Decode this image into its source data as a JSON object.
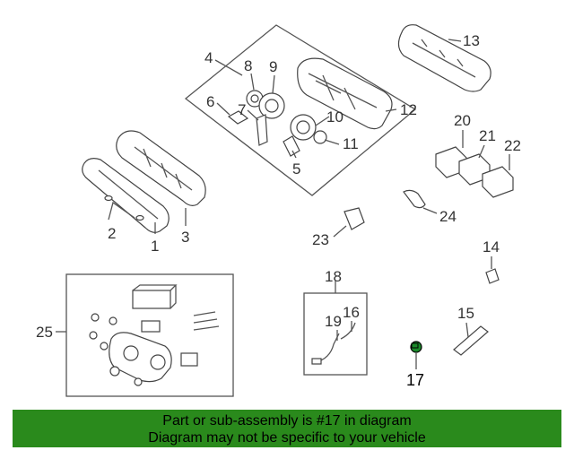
{
  "diagram": {
    "labels": {
      "c1": "1",
      "c2": "2",
      "c3": "3",
      "c4": "4",
      "c5": "5",
      "c6": "6",
      "c7": "7",
      "c8": "8",
      "c9": "9",
      "c10": "10",
      "c11": "11",
      "c12": "12",
      "c13": "13",
      "c14": "14",
      "c15": "15",
      "c16": "16",
      "c17": "17",
      "c18": "18",
      "c19": "19",
      "c20": "20",
      "c21": "21",
      "c22": "22",
      "c23": "23",
      "c24": "24",
      "c25": "25"
    },
    "highlight_part": "17",
    "highlight_color": "#1a8a2a"
  },
  "banner": {
    "line1": "Part or sub-assembly is #17 in diagram",
    "line2": "Diagram may not be specific to your vehicle",
    "color": "#2a8a1c"
  }
}
